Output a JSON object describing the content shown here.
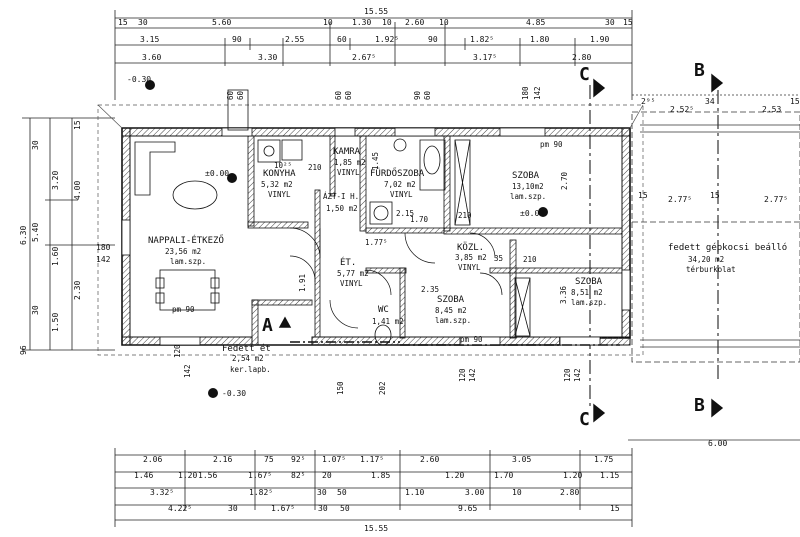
{
  "dims": {
    "top_total": "15.55",
    "top_row1": [
      "15",
      "30",
      "5.60",
      "10",
      "1.30",
      "10",
      "2.60",
      "10",
      "4.85",
      "30",
      "15"
    ],
    "top_row2": [
      "3.15",
      "90",
      "2.55",
      "60",
      "1.92⁵",
      "90",
      "1.82⁵",
      "1.80",
      "1.90"
    ],
    "top_row3": [
      "3.60",
      "3.30",
      "2.67⁵",
      "3.17⁵",
      "2.80"
    ],
    "left_col": [
      "30",
      "3.20",
      "4.00",
      "6.30",
      "5.40",
      "1.60",
      "2.30",
      "1.50",
      "30",
      "96",
      "15"
    ],
    "right_top": [
      "2⁹⁵",
      "2.52⁵",
      "34",
      "2.53",
      "15"
    ],
    "right_mid": [
      "2.77⁵",
      "2.77⁵",
      "15",
      "15"
    ],
    "bottom_row1": [
      "2.06",
      "2.16",
      "75",
      "92⁵",
      "1.07⁵",
      "1.17⁵",
      "2.60",
      "3.05",
      "1.75"
    ],
    "bottom_row2": [
      "1.46",
      "1.20",
      "1.56",
      "1.67⁵",
      "82⁵",
      "20",
      "1.85",
      "1.20",
      "1.70",
      "1.20",
      "1.15"
    ],
    "bottom_row3": [
      "3.32⁵",
      "1.82⁵",
      "30",
      "50",
      "1.10",
      "3.00",
      "10",
      "2.80"
    ],
    "bottom_row4": [
      "4.22⁵",
      "30",
      "1.67⁵",
      "30",
      "50",
      "9.65",
      "15"
    ],
    "bottom_total": "15.55",
    "bottom_right": "6.00",
    "openings": [
      "60",
      "180",
      "90",
      "60",
      "60",
      "142",
      "120",
      "142",
      "120",
      "202",
      "120",
      "142",
      "120",
      "142",
      "120",
      "60",
      "60",
      "150"
    ],
    "levels": [
      "-0.30",
      "±0.00",
      "±0.00",
      "-0.30"
    ]
  },
  "section_marks": {
    "c_top": "C",
    "c_bottom": "C",
    "b_top": "B",
    "b_bottom": "B",
    "a": "A"
  },
  "rooms": [
    {
      "name": "NAPPALI-ÉTKEZŐ",
      "area": "23,56 m2",
      "floor": "lam.szp."
    },
    {
      "name": "KONYHA",
      "area": "5,32 m2",
      "floor": "VINYL"
    },
    {
      "name": "KAMRA",
      "area": "1,85 m2",
      "floor": "VINYL"
    },
    {
      "name": "FÜRDŐSZOBA",
      "area": "7,02 m2",
      "floor": "VINYL"
    },
    {
      "name": "SZOBA",
      "area": "13,10m2",
      "floor": "lam.szp."
    },
    {
      "name": "ÁZT-I H.",
      "area": "1,50 m2",
      "floor": ""
    },
    {
      "name": "ÉT.",
      "area": "5,77 m2",
      "floor": "VINYL"
    },
    {
      "name": "KÖZL.",
      "area": "3,85 m2",
      "floor": "VINYL"
    },
    {
      "name": "SZOBA",
      "area": "8,45 m2",
      "floor": "lam.szp."
    },
    {
      "name": "WC",
      "area": "1,41 m2",
      "floor": ""
    },
    {
      "name": "SZOBA",
      "area": "8,51 m2",
      "floor": "lam.szp."
    },
    {
      "name": "Fedett ét",
      "area": "2,54 m2",
      "floor": "ker.lapb."
    },
    {
      "name": "fedett gépkocsi beálló",
      "area": "34,20 m2",
      "floor": "térburkolat"
    }
  ],
  "misc": {
    "pm_top": "pm 90",
    "pm_left": "pm 90",
    "pm_bottom": "pm 90",
    "vent": "2.15",
    "h1": "1.45",
    "h2": "2.70",
    "h3": "3.36",
    "h4": "2.35",
    "h5": "1.91",
    "h6": "1.77⁵",
    "win1": "10²⁵",
    "win2": "210",
    "win3": "210",
    "win4": "210",
    "win5": "1.70",
    "win6": "35"
  }
}
